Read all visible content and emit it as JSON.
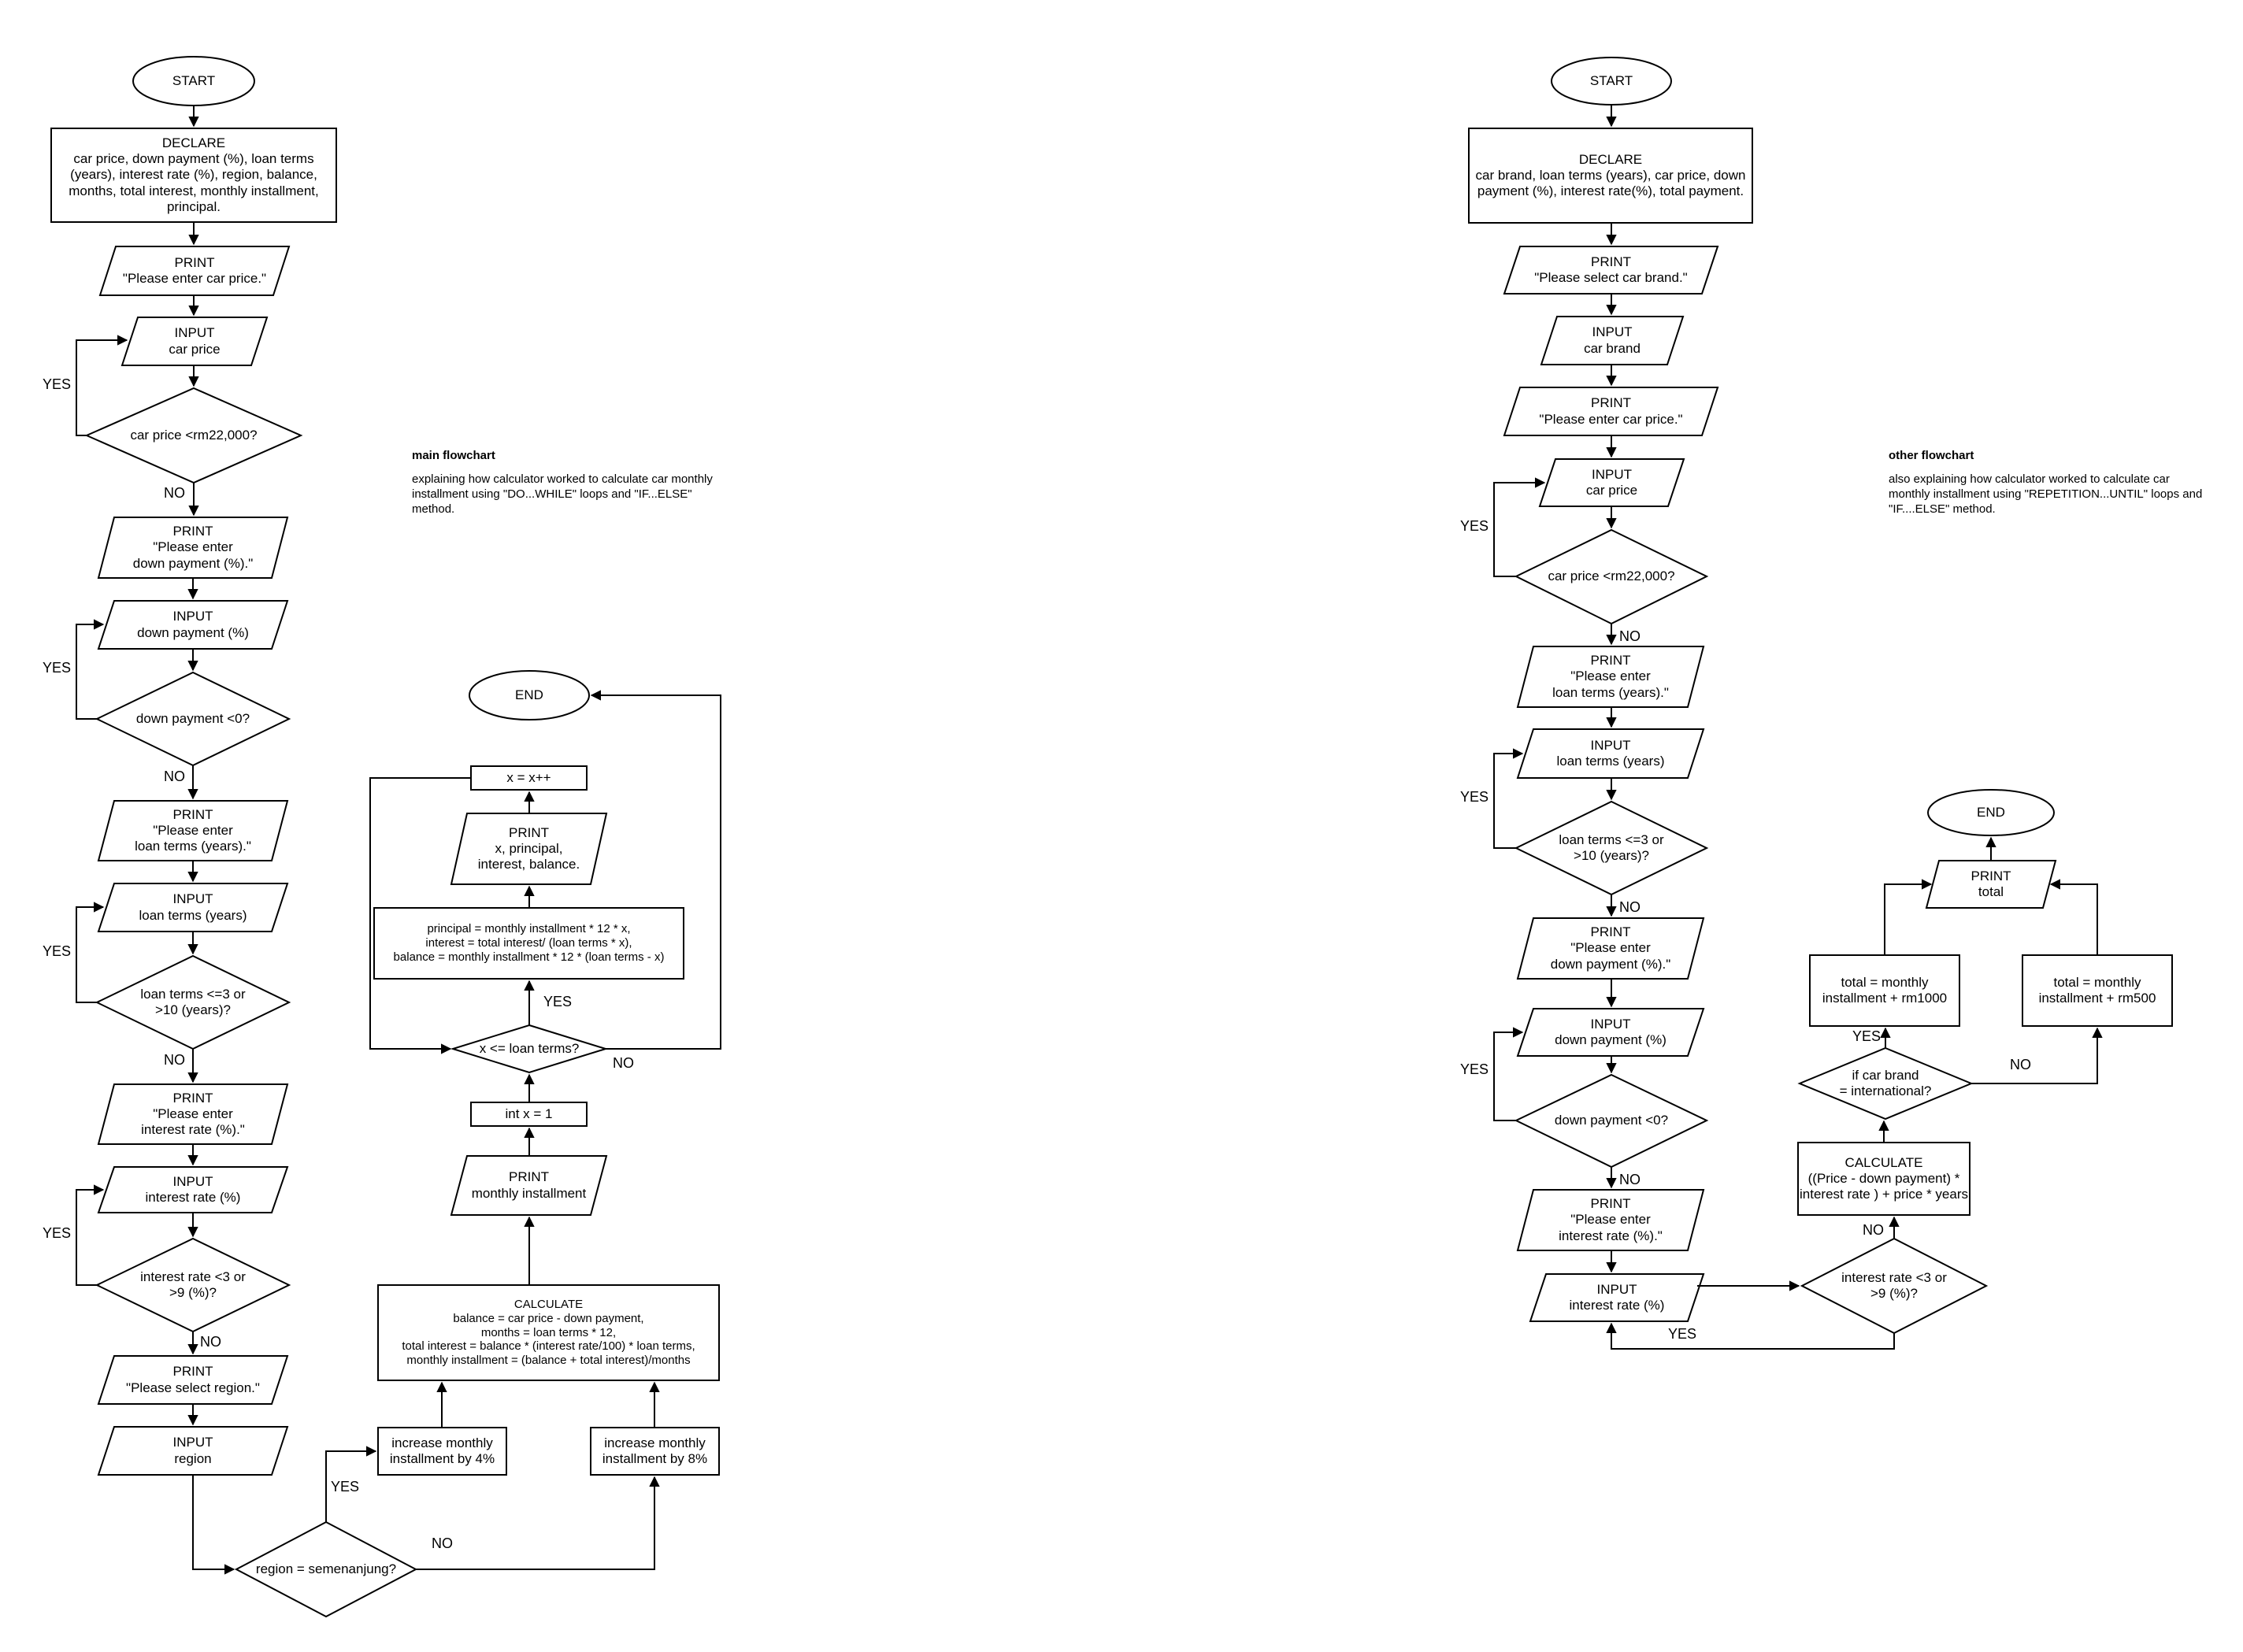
{
  "labels": {
    "yes": "YES",
    "no": "NO"
  },
  "left": {
    "annotation": {
      "title": "main flowchart",
      "body": "explaining how calculator worked to calculate car monthly installment using \"DO...WHILE\" loops and \"IF...ELSE\" method."
    },
    "nodes": {
      "start": "START",
      "declare": "DECLARE\ncar price, down payment (%), loan terms (years), interest rate (%), region, balance, months, total interest, monthly installment, principal.",
      "print_car_price": "PRINT\n\"Please enter car price.\"",
      "input_car_price": "INPUT\ncar price",
      "dec_car_price": "car price <rm22,000?",
      "print_down_payment": "PRINT\n\"Please enter\ndown payment (%).\"",
      "input_down_payment": "INPUT\ndown payment (%)",
      "dec_down_payment": "down payment <0?",
      "print_loan_terms": "PRINT\n\"Please enter\nloan terms (years).\"",
      "input_loan_terms": "INPUT\nloan terms (years)",
      "dec_loan_terms": "loan terms <=3 or\n>10 (years)?",
      "print_interest": "PRINT\n\"Please enter\ninterest rate (%).\"",
      "input_interest": "INPUT\ninterest rate (%)",
      "dec_interest": "interest rate <3 or\n>9 (%)?",
      "print_region": "PRINT\n\"Please select region.\"",
      "input_region": "INPUT\nregion",
      "dec_region": "region = semenanjung?",
      "inc4": "increase monthly\ninstallment by 4%",
      "inc8": "increase monthly\ninstallment by 8%",
      "calculate": "CALCULATE\nbalance = car price - down payment,\nmonths = loan terms * 12,\ntotal interest = balance * (interest rate/100) * loan terms,\nmonthly installment = (balance + total interest)/months",
      "print_monthly": "PRINT\nmonthly installment",
      "int_x": "int x = 1",
      "dec_x": "x <= loan terms?",
      "assign": "principal = monthly installment * 12 * x,\ninterest = total interest/ (loan terms * x),\nbalance = monthly installment * 12 * (loan terms - x)",
      "print_x": "PRINT\nx, principal,\ninterest, balance.",
      "x_pp": "x = x++",
      "end": "END"
    }
  },
  "right": {
    "annotation": {
      "title": "other flowchart",
      "body": "also explaining how calculator worked to calculate car monthly installment using \"REPETITION...UNTIL\" loops and \"IF....ELSE\" method."
    },
    "nodes": {
      "start": "START",
      "declare": "DECLARE\ncar brand, loan terms (years), car price, down payment (%), interest rate(%), total payment.",
      "print_car_brand": "PRINT\n\"Please select car brand.\"",
      "input_car_brand": "INPUT\ncar brand",
      "print_car_price": "PRINT\n\"Please enter car price.\"",
      "input_car_price": "INPUT\ncar price",
      "dec_car_price": "car price <rm22,000?",
      "print_loan_terms": "PRINT\n\"Please enter\nloan terms (years).\"",
      "input_loan_terms": "INPUT\nloan terms (years)",
      "dec_loan_terms": "loan terms <=3 or\n>10 (years)?",
      "print_down_payment": "PRINT\n\"Please enter\ndown payment (%).\"",
      "input_down_payment": "INPUT\ndown payment (%)",
      "dec_down_payment": "down payment <0?",
      "print_interest": "PRINT\n\"Please enter\ninterest rate (%).\"",
      "input_interest": "INPUT\ninterest rate (%)",
      "dec_interest": "interest rate <3 or\n>9 (%)?",
      "calculate": "CALCULATE\n((Price - down payment) *\ninterest rate ) + price * years",
      "dec_brand": "if car brand\n= international?",
      "total_1000": "total = monthly\ninstallment + rm1000",
      "total_500": "total = monthly\ninstallment + rm500",
      "print_total": "PRINT\ntotal",
      "end": "END"
    }
  }
}
